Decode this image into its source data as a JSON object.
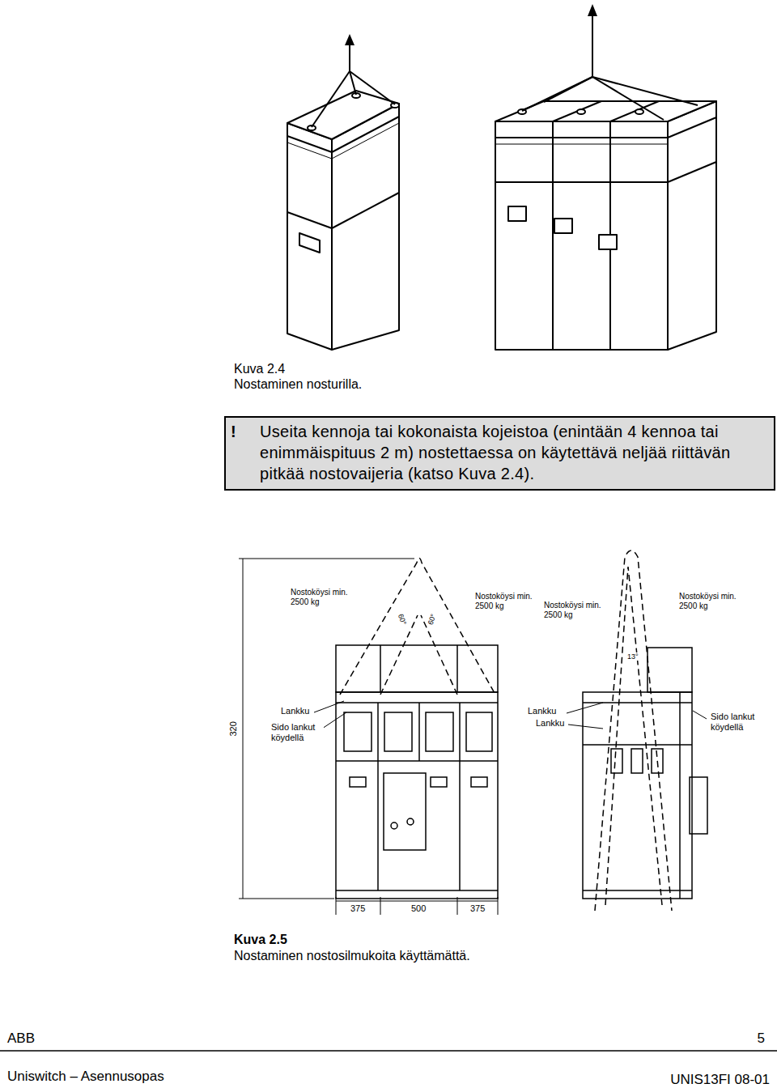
{
  "diagram": {
    "nodes": [
      {
        "text": [
          "!",
          "Useita kennoja tai kokonaista kojeistoa (enintään 4 kennoa tai enimmäispituus 2 m) nostettaessa on käytettävä neljää riittävän pitkää nostovaijeria (katso Kuva 2.4)."
        ]
      }
    ],
    "labels": [
      "Kuva 2.4",
      "Nostaminen nosturilla.",
      "Nostoköysi min. 2500 kg",
      "60°",
      "60°",
      "Nostoköysi min. 2500 kg",
      "Nostoköysi min. 2500 kg",
      "Nostoköysi min. 2500 kg",
      "13°",
      "Lankku",
      "Sido lankut köydellä",
      "Lankku",
      "Lankku",
      "Sido lankut köydellä",
      "320",
      "375",
      "500",
      "375",
      "Kuva 2.5",
      "Nostaminen nostosilmukoita käyttämättä.",
      "ABB",
      "5",
      "Uniswitch – Asennusopas",
      "UNIS13FI 08-01"
    ]
  }
}
